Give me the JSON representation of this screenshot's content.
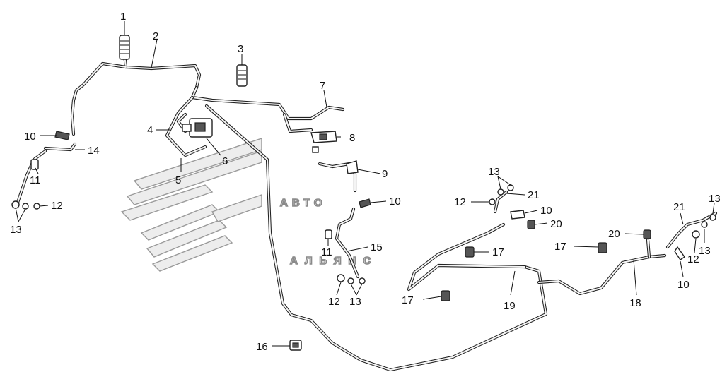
{
  "watermark": {
    "line1": "АВТО",
    "line2": "АЛЬЯНС"
  },
  "callouts": [
    {
      "id": "c1",
      "text": "1"
    },
    {
      "id": "c2",
      "text": "2"
    },
    {
      "id": "c3",
      "text": "3"
    },
    {
      "id": "c4",
      "text": "4"
    },
    {
      "id": "c5",
      "text": "5"
    },
    {
      "id": "c6",
      "text": "6"
    },
    {
      "id": "c7",
      "text": "7"
    },
    {
      "id": "c8",
      "text": "8"
    },
    {
      "id": "c9",
      "text": "9"
    },
    {
      "id": "c10a",
      "text": "10"
    },
    {
      "id": "c14",
      "text": "14"
    },
    {
      "id": "c11a",
      "text": "11"
    },
    {
      "id": "c12a",
      "text": "12"
    },
    {
      "id": "c13a",
      "text": "13"
    },
    {
      "id": "c10b",
      "text": "10"
    },
    {
      "id": "c11b",
      "text": "11"
    },
    {
      "id": "c15",
      "text": "15"
    },
    {
      "id": "c12b",
      "text": "12"
    },
    {
      "id": "c13b",
      "text": "13"
    },
    {
      "id": "c16",
      "text": "16"
    },
    {
      "id": "c13c",
      "text": "13"
    },
    {
      "id": "c12c",
      "text": "12"
    },
    {
      "id": "c21a",
      "text": "21"
    },
    {
      "id": "c10c",
      "text": "10"
    },
    {
      "id": "c20a",
      "text": "20"
    },
    {
      "id": "c17a",
      "text": "17"
    },
    {
      "id": "c17b",
      "text": "17"
    },
    {
      "id": "c19",
      "text": "19"
    },
    {
      "id": "c20b",
      "text": "20"
    },
    {
      "id": "c17c",
      "text": "17"
    },
    {
      "id": "c18",
      "text": "18"
    },
    {
      "id": "c21b",
      "text": "21"
    },
    {
      "id": "c13d",
      "text": "13"
    },
    {
      "id": "c13e",
      "text": "13"
    },
    {
      "id": "c12d",
      "text": "12"
    },
    {
      "id": "c10d",
      "text": "10"
    }
  ]
}
